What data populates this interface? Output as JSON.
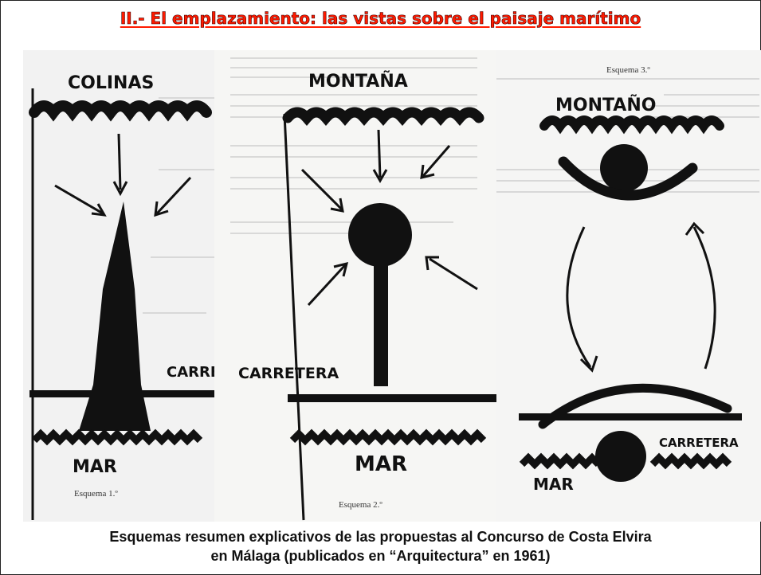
{
  "title": "II.- El emplazamiento: las vistas sobre el paisaje marítimo",
  "sketches": [
    {
      "top_label": "COLINAS",
      "road_label": "CARRET",
      "sea_label": "MAR",
      "caption": "Esquema 1.º"
    },
    {
      "top_label": "MONTAÑA",
      "road_label": "CARRETERA",
      "sea_label": "MAR",
      "caption": "Esquema 2.º"
    },
    {
      "top_label": "MONTAÑO",
      "road_label": "CARRETERA",
      "sea_label": "MAR",
      "caption": "Esquema 3.º"
    }
  ],
  "caption": {
    "line1": "Esquemas resumen explicativos de las propuestas al Concurso de Costa Elvira",
    "line2": "en Málaga (publicados en “Arquitectura” en 1961)"
  }
}
